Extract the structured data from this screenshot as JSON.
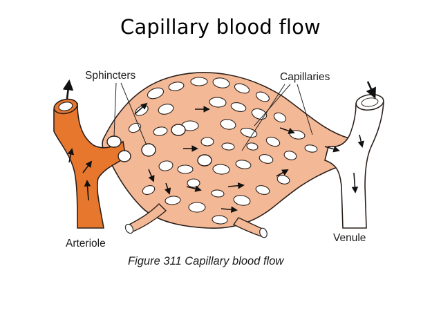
{
  "title": "Capillary blood flow",
  "labels": {
    "sphincters": "Sphincters",
    "capillaries": "Capillaries",
    "arteriole": "Arteriole",
    "venule": "Venule"
  },
  "caption": "Figure 311 Capillary blood flow",
  "colors": {
    "arteriole": "#e8772e",
    "capillary": "#f3b896",
    "venule": "#ffffff",
    "outline": "#2a1f1a"
  }
}
